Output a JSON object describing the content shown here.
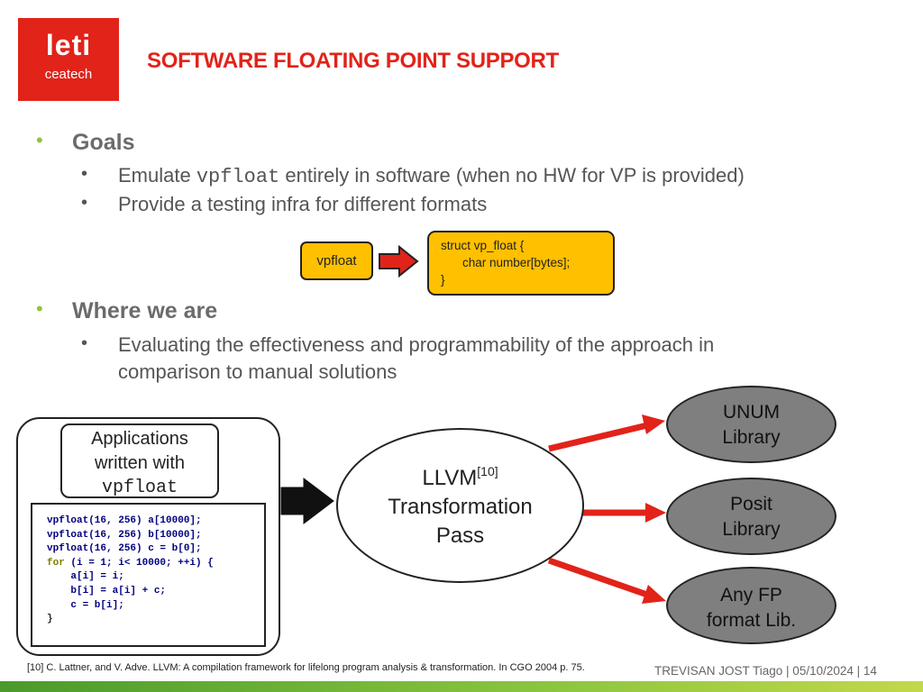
{
  "logo": {
    "top": "leti",
    "bottom": "ceatech"
  },
  "title": "SOFTWARE FLOATING POINT SUPPORT",
  "goals": {
    "heading": "Goals",
    "item1_pre": "Emulate ",
    "item1_code": "vpfloat",
    "item1_post": " entirely in software (when no HW for VP is provided)",
    "item2": "Provide a testing infra for different formats"
  },
  "struct_diagram": {
    "source_label": "vpfloat",
    "struct_line1": "struct vp_float {",
    "struct_line2": "char number[bytes];",
    "struct_line3": "}"
  },
  "where": {
    "heading": "Where we are",
    "item1_line1": "Evaluating the effectiveness and programmability of the approach in",
    "item1_line2": "comparison to manual solutions"
  },
  "apps": {
    "line1": "Applications",
    "line2": "written with",
    "line3": "vpfloat"
  },
  "code": {
    "l1": "vpfloat(16, 256) a[10000];",
    "l2": "vpfloat(16, 256) b[10000];",
    "l3": "vpfloat(16, 256) c = b[0];",
    "l4_kw": "for",
    "l4_rest": " (i = 1; i< 10000; ++i) {",
    "l5": "    a[i] = i;",
    "l6": "    b[i] = a[i] + c;",
    "l7": "    c = b[i];",
    "l8": "}"
  },
  "llvm": {
    "name": "LLVM",
    "ref": "[10]",
    "line2": "Transformation",
    "line3": "Pass"
  },
  "libraries": [
    {
      "line1": "UNUM",
      "line2": "Library"
    },
    {
      "line1": "Posit",
      "line2": "Library"
    },
    {
      "line1": "Any FP",
      "line2": "format Lib."
    }
  ],
  "footnote": "[10] C. Lattner, and V. Adve. LLVM: A compilation framework for lifelong program analysis & transformation. In CGO 2004 p. 75.",
  "footer": "TREVISAN JOST Tiago | 05/10/2024  | 14",
  "colors": {
    "brand_red": "#e2231a",
    "bullet_green": "#8cc63f",
    "box_yellow": "#ffc000",
    "lib_gray": "#7f7f7f"
  }
}
